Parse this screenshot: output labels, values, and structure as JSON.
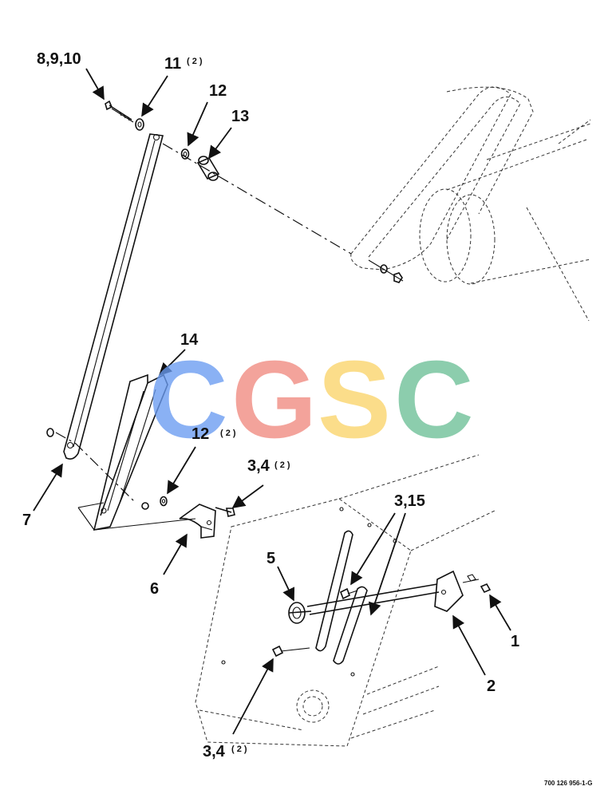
{
  "callouts": {
    "c_8_9_10": "8,9,10",
    "c_11": "11",
    "c_11_qty": "( 2 )",
    "c_12_top": "12",
    "c_13": "13",
    "c_14": "14",
    "c_12_mid": "12",
    "c_12_mid_qty": "( 2 )",
    "c_3_4_top": "3,4",
    "c_3_4_top_qty": "( 2 )",
    "c_7": "7",
    "c_6": "6",
    "c_5": "5",
    "c_3_15": "3,15",
    "c_1": "1",
    "c_2": "2",
    "c_3_4_bottom": "3,4",
    "c_3_4_bottom_qty": "( 2 )"
  },
  "watermark": {
    "letters": [
      "C",
      "G",
      "S",
      "C"
    ],
    "colors": [
      "#6a9cf2",
      "#f08a80",
      "#fad46a",
      "#6dbf97"
    ]
  },
  "document_number": "700 126 956-1-G"
}
